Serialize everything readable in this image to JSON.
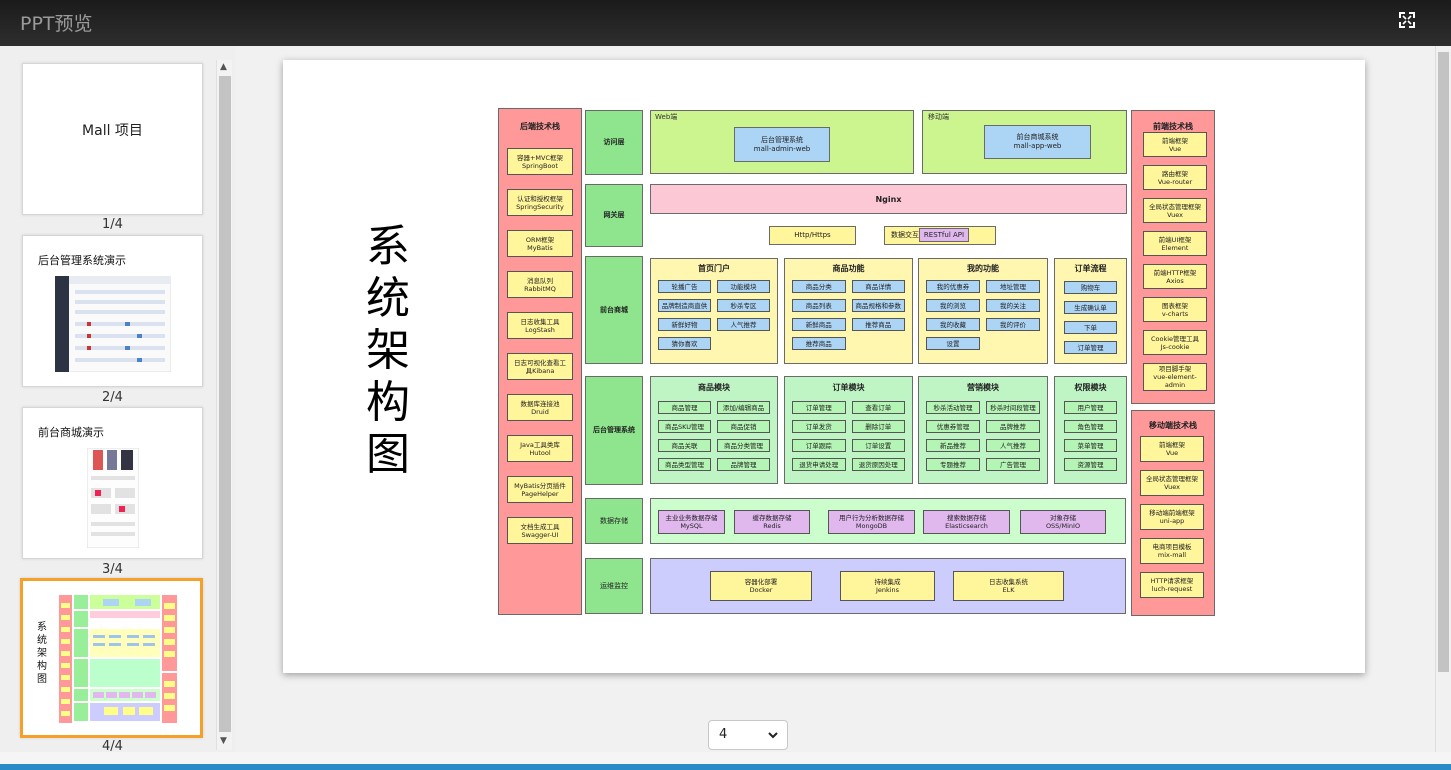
{
  "window": {
    "title": "PPT预览"
  },
  "thumbnails": [
    {
      "num": "1/4",
      "text": "Mall 项目"
    },
    {
      "num": "2/4",
      "text": "后台管理系统演示"
    },
    {
      "num": "3/4",
      "text": "前台商城演示"
    },
    {
      "num": "4/4",
      "text": "系统架构图"
    }
  ],
  "slide": {
    "vertical_title": "系统架构图",
    "backend_tech": {
      "title": "后端技术栈",
      "items": [
        "容器+MVC框架\nSpringBoot",
        "认证和授权框架\nSpringSecurity",
        "ORM框架\nMyBatis",
        "消息队列\nRabbitMQ",
        "日志收集工具\nLogStash",
        "日志可视化查看工\n具Kibana",
        "数据库连接池\nDruid",
        "Java工具类库\nHutool",
        "MyBatis分页插件\nPageHelper",
        "文档生成工具\nSwagger-UI"
      ]
    },
    "layers": {
      "access": "访问层",
      "gateway": "网关层",
      "front_mall": "前台商城",
      "admin": "后台管理系统",
      "storage": "数据存储",
      "ops": "运维监控"
    },
    "access_web": {
      "label": "Web端",
      "box": "后台管理系统\nmall-admin-web"
    },
    "access_mobile": {
      "label": "移动端",
      "box": "前台商城系统\nmall-app-web"
    },
    "gateway": {
      "nginx": "Nginx",
      "http": "Http/Https",
      "data_label": "数据交互",
      "restful": "RESTful API"
    },
    "front_groups": [
      {
        "title": "首页门户",
        "items": [
          "轮播广告",
          "功能模块",
          "品牌制造商直供",
          "秒杀专区",
          "新鲜好物",
          "人气推荐",
          "猜你喜欢"
        ]
      },
      {
        "title": "商品功能",
        "items": [
          "商品分类",
          "商品详情",
          "商品列表",
          "商品规格和参数",
          "新鲜商品",
          "推荐商品",
          "推荐商品"
        ]
      },
      {
        "title": "我的功能",
        "items": [
          "我的优惠券",
          "地址管理",
          "我的浏览",
          "我的关注",
          "我的收藏",
          "我的评价",
          "设置"
        ]
      },
      {
        "title": "订单流程",
        "items": [
          "购物车",
          "生成确认单",
          "下单",
          "订单管理"
        ]
      }
    ],
    "admin_groups": [
      {
        "title": "商品模块",
        "items": [
          "商品管理",
          "添加/编辑商品",
          "商品SKU管理",
          "商品促销",
          "商品关联",
          "商品分类管理",
          "商品类型管理",
          "品牌管理"
        ]
      },
      {
        "title": "订单模块",
        "items": [
          "订单管理",
          "查看订单",
          "订单发货",
          "删除订单",
          "订单跟踪",
          "订单设置",
          "退货申请处理",
          "退货原因处理"
        ]
      },
      {
        "title": "营销模块",
        "items": [
          "秒杀活动管理",
          "秒杀时间段管理",
          "优惠券管理",
          "品牌推荐",
          "新品推荐",
          "人气推荐",
          "专题推荐",
          "广告管理"
        ]
      },
      {
        "title": "权限模块",
        "items": [
          "用户管理",
          "角色管理",
          "菜单管理",
          "资源管理"
        ]
      }
    ],
    "storage_items": [
      "主业业务数据存储\nMySQL",
      "缓存数据存储\nRedis",
      "用户行为分析数据存储\nMongoDB",
      "搜索数据存储\nElasticsearch",
      "对象存储\nOSS/MinIO"
    ],
    "ops_items": [
      "容器化部署\nDocker",
      "持续集成\nJenkins",
      "日志收集系统\nELK"
    ],
    "frontend_tech": {
      "title": "前端技术栈",
      "items": [
        "前端框架\nVue",
        "路由框架\nVue-router",
        "全局状态管理框架\nVuex",
        "前端UI框架\nElement",
        "前端HTTP框架\nAxios",
        "图表框架\nv-charts",
        "Cookie管理工具\nJs-cookie",
        "项目脚手架\nvue-element-\nadmin"
      ]
    },
    "mobile_tech": {
      "title": "移动端技术栈",
      "items": [
        "前端框架\nVue",
        "全局状态管理框架\nVuex",
        "移动端前端框架\nuni-app",
        "电商项目模板\nmix-mall",
        "HTTP请求框架\nluch-request"
      ]
    }
  },
  "pager": {
    "value": "4"
  },
  "colors": {
    "accent": "#f5a028",
    "titlebar": "#1b1b1b",
    "blue_strip": "#2a8ac8"
  }
}
